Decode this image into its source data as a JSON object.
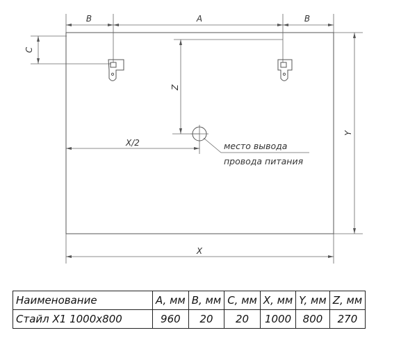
{
  "dimensions": {
    "A": "A",
    "B_left": "B",
    "B_right": "B",
    "C": "C",
    "Z": "Z",
    "X_half": "X/2",
    "X": "X",
    "Y": "Y"
  },
  "note": {
    "line1": "место вывода",
    "line2": "провода питания"
  },
  "table": {
    "headers": [
      "Наименование",
      "A, мм",
      "B, мм",
      "C, мм",
      "X, мм",
      "Y, мм",
      "Z, мм"
    ],
    "row": [
      "Стайл X1 1000x800",
      "960",
      "20",
      "20",
      "1000",
      "800",
      "270"
    ]
  }
}
